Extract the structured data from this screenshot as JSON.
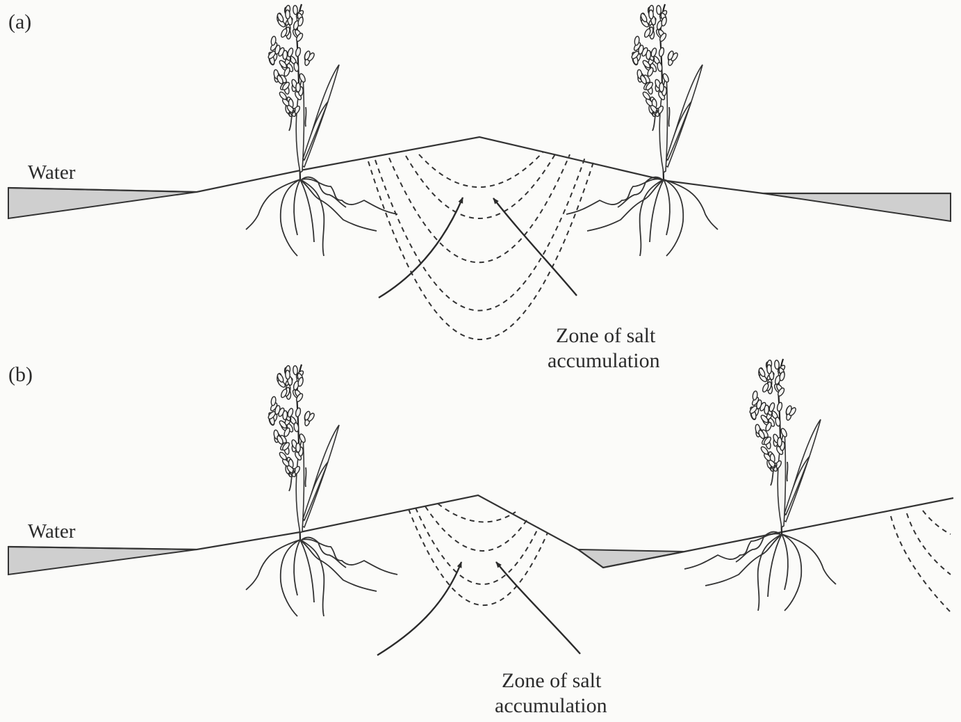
{
  "panel_a": {
    "letter": "(a)",
    "water_label": "Water",
    "zone_label_line1": "Zone of salt",
    "zone_label_line2": "accumulation"
  },
  "panel_b": {
    "letter": "(b)",
    "water_label": "Water",
    "zone_label_line1": "Zone of salt",
    "zone_label_line2": "accumulation"
  },
  "icons": [
    "rice-plant-icon",
    "root-system-icon",
    "flow-arrow-icon"
  ],
  "colors": {
    "background": "#fbfbf9",
    "line": "#333333",
    "water_fill": "#cfcfcf"
  }
}
